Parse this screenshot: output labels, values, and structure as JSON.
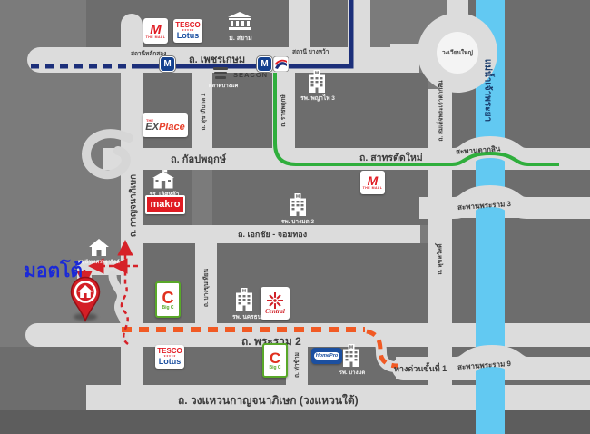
{
  "destination": {
    "name": "มอตโต้"
  },
  "roads": {
    "phetkasem": "ถ. เพชรเกษม",
    "kanchanaphisek": "ถ. กาญจนาภิเษก",
    "sukhaphiban1": "ถ. สุขาภิบาล 1",
    "ratchaphruek": "ถ. ราชพฤกษ์",
    "kalpapruek": "ถ. กัลปพฤกษ์",
    "sathon_tat_mai": "ถ. สาทรตัดใหม่",
    "ekachai_chomthong": "ถ. เอกชัย - จอมทอง",
    "somdet_phrachao_taksin": "ถ. สมเด็จพระเจ้าตากสิน",
    "bang_khun_thian": "ถ. บางขุนเทียน",
    "rama2": "ถ. พระราม 2",
    "tha_kham": "ถ. ท่าข้าม",
    "suksawat": "ถ. สุขสวัสดิ์",
    "expressway1": "ทางด่วนขั้นที่ 1",
    "outer_ring": "ถ. วงแหวนกาญจนาภิเษก (วงแหวนใต้)"
  },
  "bridges": {
    "taksin": "สะพานตากสิน",
    "rama3": "สะพานพระราม 3",
    "rama9": "สะพานพระราม 9"
  },
  "river": {
    "name": "แม่น้ำเจ้าพระยา"
  },
  "roundabout": {
    "name": "วงเวียนใหญ่"
  },
  "stations": {
    "lak_song": {
      "name": "สถานีหลักสอง",
      "logo": "M"
    },
    "bang_wa": {
      "name": "สถานี บางหว้า",
      "logo": "M"
    }
  },
  "places": {
    "siam_university": "ม. สยาม",
    "seacon": "SEACON",
    "bang_khae_market": "ตลาดบางแค",
    "phyathai3_hospital": "รพ. พญาไท 3",
    "lertlah_school": "รร. เลิศหล้า",
    "bangmod3_hospital": "รพ. บางมด 3",
    "nakhonthon_hospital": "รพ. นครธน",
    "bangmod_hospital": "รพ. บางมด",
    "village": "หมู่บ้านเศรษฐาวิลล์"
  },
  "brands": {
    "the_mall": {
      "letter": "M",
      "caption": "THE MALL"
    },
    "tesco_lotus": {
      "line1": "TESCO",
      "stars": "★★★★★",
      "line2": "Lotus"
    },
    "makro": {
      "name": "makro"
    },
    "explace": {
      "the": "THE",
      "part1": "EX",
      "part2": "Place"
    },
    "big_c": {
      "letter": "C",
      "caption": "Big C"
    },
    "central": {
      "name": "Central"
    },
    "homepro": {
      "name": "HomePro"
    }
  },
  "colors": {
    "mrt_line": "#1c2f7a",
    "bts_line": "#2fae3c",
    "rama2_route": "#f15a24",
    "access_route": "#d62128",
    "river": "#62c9f2",
    "destination_text": "#1a29d8",
    "pin": "#d41f26"
  }
}
